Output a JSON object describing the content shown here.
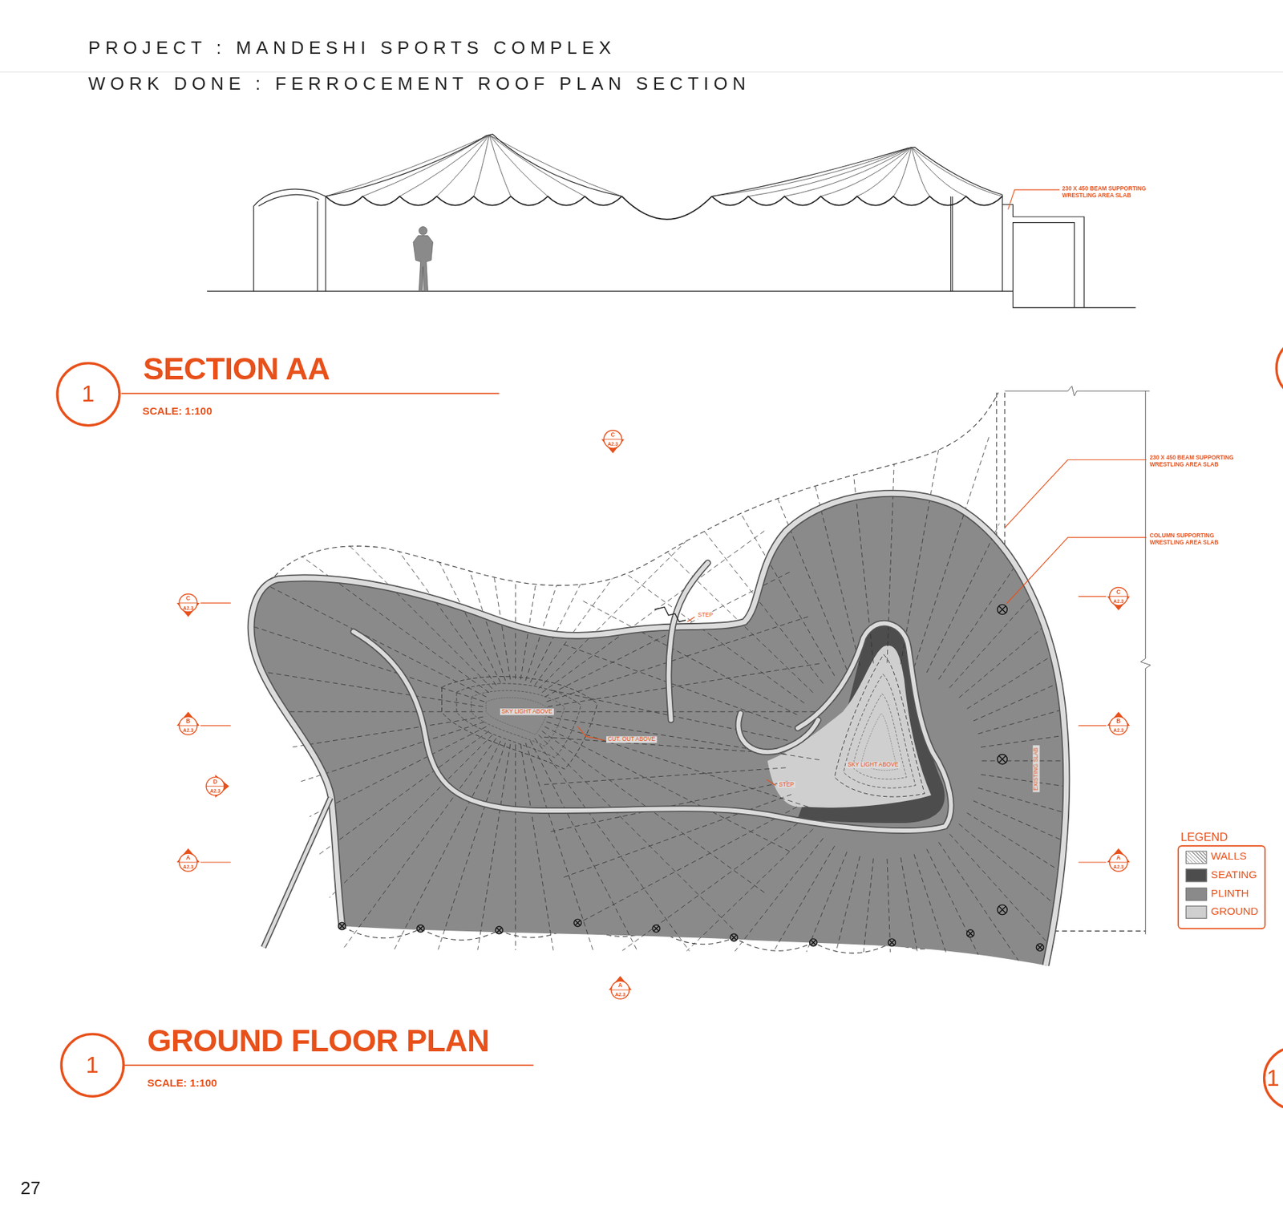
{
  "diagram": {
    "title": "PROJECT : MANDESHI SPORTS COMPLEX",
    "nodes": [
      {
        "text": [
          "1"
        ]
      },
      {
        "text": [
          "C",
          "A2.3"
        ]
      },
      {
        "text": [
          "C",
          "A2.3"
        ]
      },
      {
        "text": [
          "C",
          "A2.3"
        ]
      },
      {
        "text": [
          "B",
          "A2.3"
        ]
      },
      {
        "text": [
          "B",
          "A2.3"
        ]
      },
      {
        "text": [
          "D",
          "A2.3"
        ]
      },
      {
        "text": [
          "A",
          "A2.3"
        ]
      },
      {
        "text": [
          "A",
          "A2.3"
        ]
      },
      {
        "text": [
          "A",
          "A2.3"
        ]
      },
      {
        "text": [
          "1"
        ]
      },
      {
        "text": [
          "1"
        ]
      }
    ],
    "labels": [
      "WORK DONE : FERROCEMENT ROOF PLAN SECTION",
      "230 X 450 BEAM SUPPORTING WRESTLING AREA SLAB",
      "SECTION AA",
      "SCALE: 1:100",
      "230 X 450 BEAM SUPPORTING WRESTLING AREA SLAB",
      "COLUMN SUPPORTING WRESTLING AREA SLAB",
      "STEP",
      "SKY LIGHT ABOVE",
      "CUT. OUT ABOVE",
      "SKY LIGHT ABOVE",
      "STEP",
      "EXISTING SLAB",
      "LEGEND",
      "GROUND FLOOR PLAN",
      "SCALE: 1:100",
      "27"
    ],
    "legend": [
      {
        "text": "WALLS"
      },
      {
        "text": "SEATING",
        "color": "#4d4d4d"
      },
      {
        "text": "PLINTH",
        "color": "#8a8a8a"
      },
      {
        "text": "GROUND",
        "color": "#cfcfcf"
      }
    ]
  }
}
